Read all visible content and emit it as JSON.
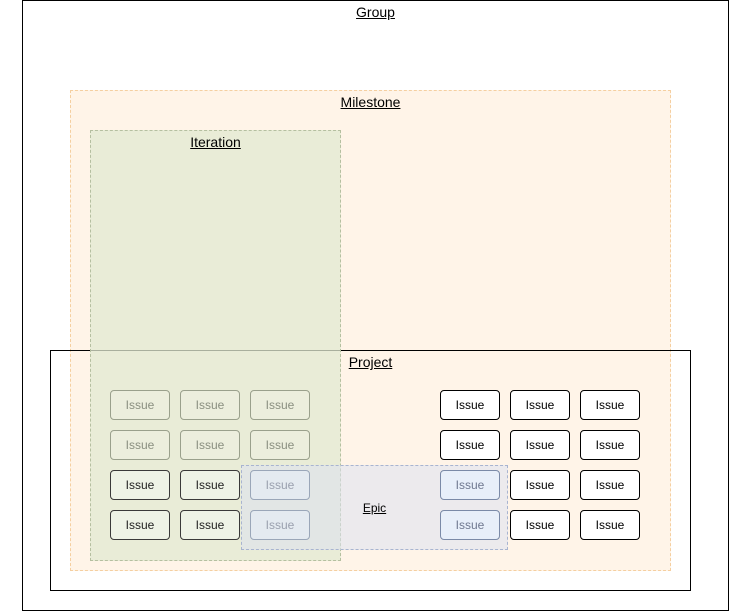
{
  "diagram": {
    "group": {
      "label": "Group"
    },
    "milestone": {
      "label": "Milestone"
    },
    "iteration": {
      "label": "Iteration"
    },
    "project": {
      "label": "Project"
    },
    "epic": {
      "label": "Epic"
    },
    "issue_label": "Issue",
    "colors": {
      "milestone_fill": "#fff4e8",
      "milestone_border": "#f5cfa0",
      "iteration_fill": "#e8eddc",
      "iteration_border": "#b5bfa0",
      "epic_fill": "#e6e8f2",
      "epic_border": "#a8b4d0",
      "issue_border": "#000000"
    }
  }
}
